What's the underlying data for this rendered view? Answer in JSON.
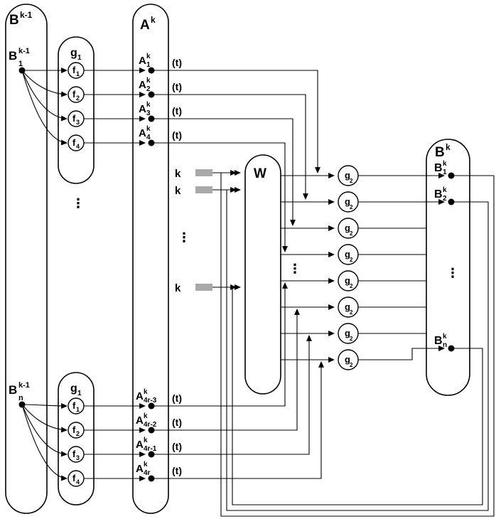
{
  "labels": {
    "ellipsis": "⋮",
    "t": "(t)",
    "k_input": "k"
  },
  "colors": {
    "stroke": "#000000",
    "k_box_fill": "#a9a9a9"
  },
  "b_prev": {
    "title": {
      "base": "B",
      "sup": "k-1"
    },
    "node1": {
      "base": "B",
      "sup": "k-1",
      "sub": "1"
    },
    "noden": {
      "base": "B",
      "sup": "k-1",
      "sub": "n"
    }
  },
  "g1": {
    "title": {
      "base": "g",
      "sub": "1"
    },
    "units": [
      {
        "base": "f",
        "sub": "1"
      },
      {
        "base": "f",
        "sub": "2"
      },
      {
        "base": "f",
        "sub": "3"
      },
      {
        "base": "f",
        "sub": "4"
      }
    ]
  },
  "a_layer": {
    "title": {
      "base": "A",
      "sup": "k"
    },
    "top_nodes": [
      {
        "base": "A",
        "sup": "k",
        "sub": "1"
      },
      {
        "base": "A",
        "sup": "k",
        "sub": "2"
      },
      {
        "base": "A",
        "sup": "k",
        "sub": "3"
      },
      {
        "base": "A",
        "sup": "k",
        "sub": "4"
      }
    ],
    "bottom_nodes": [
      {
        "base": "A",
        "sup": "k",
        "sub": "4r-3"
      },
      {
        "base": "A",
        "sup": "k",
        "sub": "4r-2"
      },
      {
        "base": "A",
        "sup": "k",
        "sub": "4r-1"
      },
      {
        "base": "A",
        "sup": "k",
        "sub": "4r"
      }
    ]
  },
  "w_block": {
    "title": "W"
  },
  "g2": {
    "base": "g",
    "sub": "2"
  },
  "b_out": {
    "title": {
      "base": "B",
      "sup": "k"
    },
    "node1": {
      "base": "B",
      "sup": "k",
      "sub": "1"
    },
    "node2": {
      "base": "B",
      "sup": "k",
      "sub": "2"
    },
    "noden": {
      "base": "B",
      "sup": "k",
      "sub": "n"
    }
  }
}
